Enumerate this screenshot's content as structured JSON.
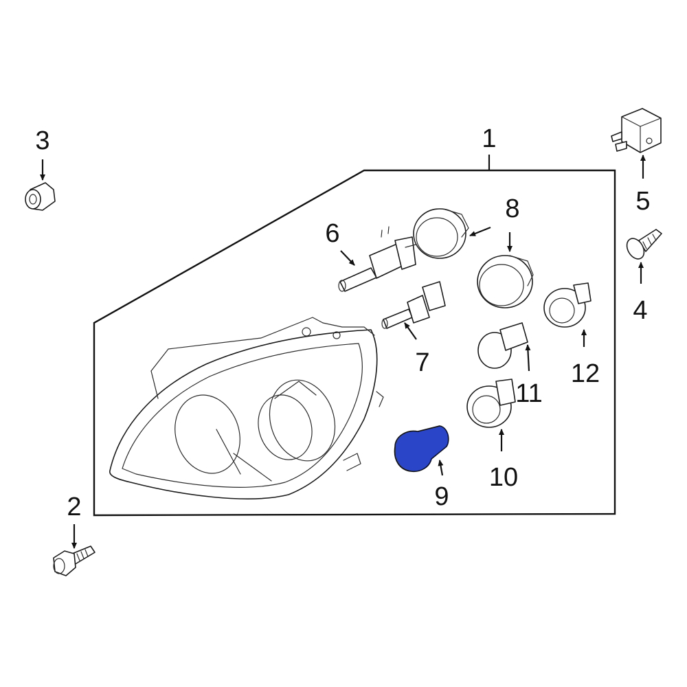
{
  "callouts": {
    "c1": "1",
    "c2": "2",
    "c3": "3",
    "c4": "4",
    "c5": "5",
    "c6": "6",
    "c7": "7",
    "c8": "8",
    "c9": "9",
    "c10": "10",
    "c11": "11",
    "c12": "12"
  },
  "colors": {
    "highlight": "#2a45c8",
    "line": "#1a1a1a",
    "background": "#ffffff"
  }
}
